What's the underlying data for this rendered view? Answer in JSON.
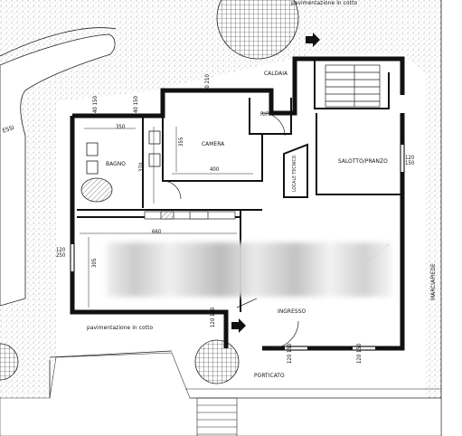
{
  "labels": {
    "pav_top": "pavimentazione in cotto",
    "pav_bottom": "pavimentazione in cotto",
    "essi": "ESSI",
    "marciapiede": "MARCIAPIEDE",
    "caldaia": "CALDAIA",
    "rip": "RIP.",
    "camera": "CAMERA",
    "bagno": "BAGNO",
    "soggiorno": "SALOTTO/PRANZO",
    "locale_tecnico": "LOCALE TECNICO",
    "ingresso": "INGRESSO",
    "porticato": "PORTICATO"
  },
  "dims": {
    "d_40_150_a": "40 150",
    "d_40_150_b": "40 150",
    "d_120_150_a": "120 150",
    "d_120_150_b": "120 150",
    "d_120_250": "120 250",
    "d_120_150_bot_a": "120 150",
    "d_120_150_bot_b": "120 150",
    "d_90_210": "90 210",
    "d_350": "350",
    "d_355": "355",
    "d_370": "370",
    "d_400": "400",
    "d_660": "660",
    "d_305": "305"
  },
  "icons": [
    "north-arrow-icon",
    "entrance-arrow-icon",
    "tree-icon"
  ]
}
